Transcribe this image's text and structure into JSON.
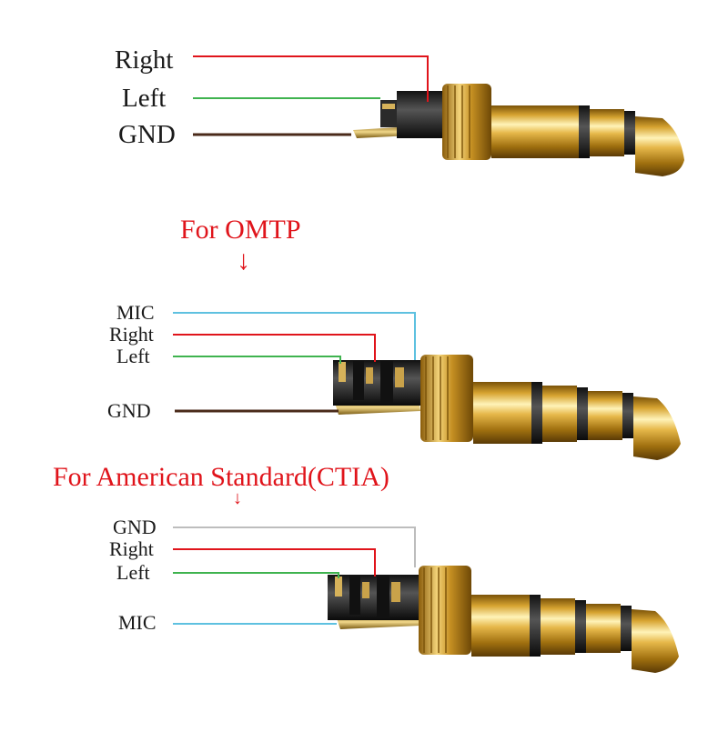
{
  "plug3": {
    "labels": [
      "Right",
      "Left",
      "GND"
    ]
  },
  "omtp": {
    "title": "For OMTP",
    "arrow": "↓",
    "labels": [
      "MIC",
      "Right",
      "Left",
      "GND"
    ]
  },
  "ctia": {
    "title": "For American Standard(CTIA)",
    "arrow": "↓",
    "labels": [
      "GND",
      "Right",
      "Left",
      "MIC"
    ]
  },
  "colors": {
    "right": "#e0141b",
    "left": "#3fb34f",
    "gnd_brown": "#4a2a1a",
    "mic": "#5ec1e0",
    "gnd_grey": "#bdbdbd",
    "title": "#e0141b"
  }
}
